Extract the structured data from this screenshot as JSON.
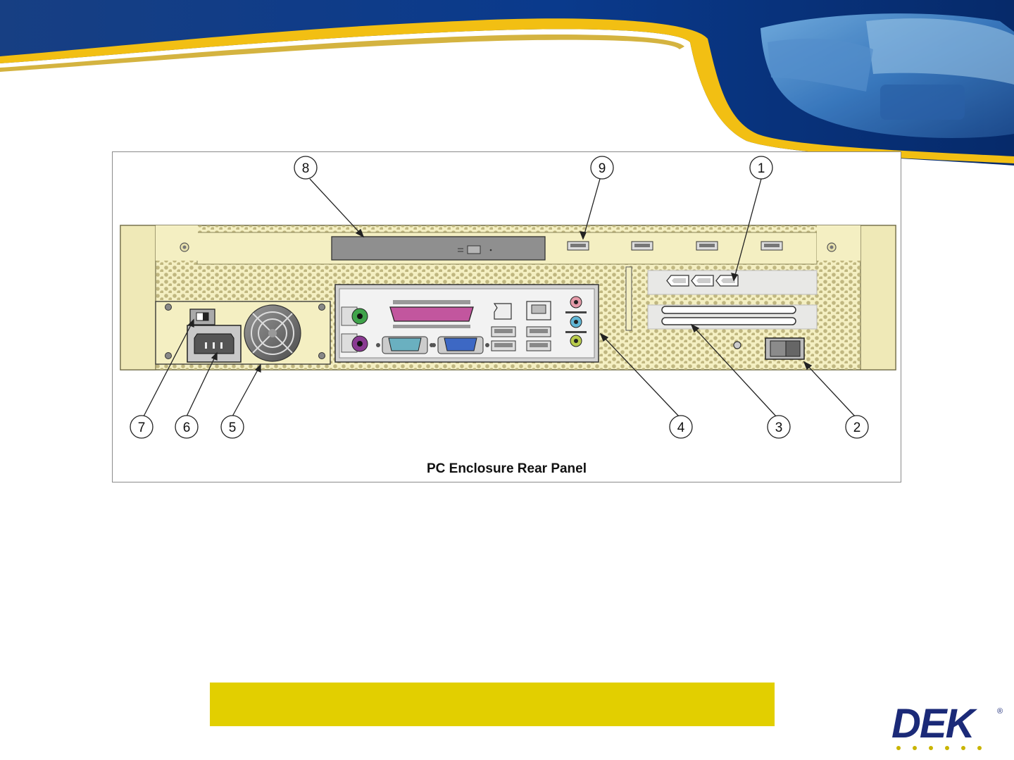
{
  "figure": {
    "caption": "PC Enclosure Rear Panel",
    "callouts": [
      "1",
      "2",
      "3",
      "4",
      "5",
      "6",
      "7",
      "8",
      "9"
    ]
  },
  "logo": {
    "text": "DEK",
    "registered_mark": "®"
  },
  "colors": {
    "banner_blue": "#0a3a8c",
    "banner_gold": "#f2bf13",
    "enclosure_cream": "#f4efc2",
    "highlight_yellow": "#e2cf00",
    "logo_blue": "#1b2a78"
  },
  "icons": [
    "fan-icon",
    "power-inlet-icon",
    "rocker-switch-icon",
    "serial-port-icon",
    "vga-port-icon",
    "parallel-port-icon",
    "usb-port-icon",
    "ethernet-port-icon",
    "audio-jack-icon",
    "ps2-port-icon"
  ]
}
